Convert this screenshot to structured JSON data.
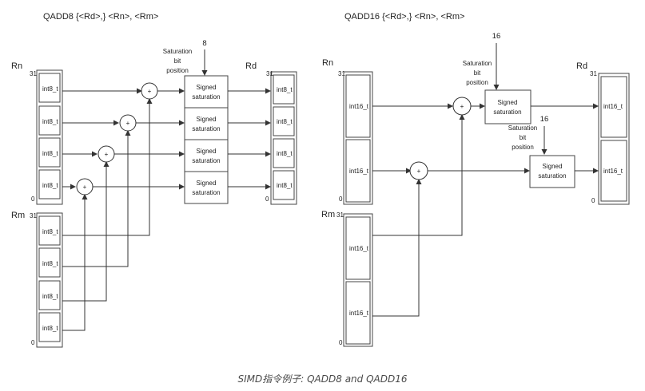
{
  "left": {
    "title": "QADD8  {<Rd>,} <Rn>, <Rm>",
    "rn": "Rn",
    "rm": "Rm",
    "rd": "Rd",
    "bit31": "31",
    "bit0": "0",
    "lane": "int8_t",
    "sat_label": [
      "Saturation",
      "bit",
      "position"
    ],
    "sat_value": "8",
    "signed": "Signed",
    "saturation": "saturation",
    "plus": "+"
  },
  "right": {
    "title": "QADD16  {<Rd>,} <Rn>, <Rm>",
    "rn": "Rn",
    "rm": "Rm",
    "rd": "Rd",
    "bit31": "31",
    "bit0": "0",
    "lane": "int16_t",
    "sat_label": [
      "Saturation",
      "bit",
      "position"
    ],
    "sat_label2": [
      "Saturation",
      "bit",
      "position"
    ],
    "sat_value": "16",
    "signed": "Signed",
    "saturation": "saturation",
    "plus": "+"
  },
  "caption": "SIMD指令例子: QADD8 and QADD16",
  "colors": {
    "line": "#333333",
    "box": "#444444",
    "fill": "#ffffff"
  }
}
